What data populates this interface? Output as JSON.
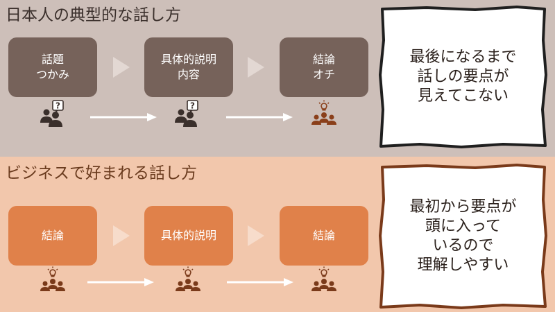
{
  "top": {
    "title": "日本人の典型的な話し方",
    "boxes": [
      {
        "line1": "話題",
        "line2": "つかみ"
      },
      {
        "line1": "具体的説明",
        "line2": "内容"
      },
      {
        "line1": "結論",
        "line2": "オチ"
      }
    ],
    "callout": {
      "line1": "最後になるまで",
      "line2": "話しの要点が",
      "line3": "見えてこない"
    }
  },
  "bottom": {
    "title": "ビジネスで好まれる話し方",
    "boxes": [
      {
        "line1": "結論"
      },
      {
        "line1": "具体的説明"
      },
      {
        "line1": "結論"
      }
    ],
    "callout": {
      "line1": "最初から要点が",
      "line2": "頭に入って",
      "line3": "いるので",
      "line4": "理解しやすい"
    }
  },
  "icons": [
    "question-person-icon",
    "question-person-icon",
    "idea-group-icon",
    "idea-group-icon",
    "idea-group-icon",
    "idea-group-icon"
  ],
  "colors": {
    "top_bg": "#cdbfb9",
    "top_box": "#76625a",
    "top_icon": "#3a2f2b",
    "top_idea_icon": "#8a3f1a",
    "bottom_bg": "#f2c7ac",
    "bottom_box": "#e0814a",
    "bottom_icon": "#7a3a1a",
    "callout_border_top": "#1f1f1f",
    "callout_border_bottom": "#7a3a1a"
  }
}
